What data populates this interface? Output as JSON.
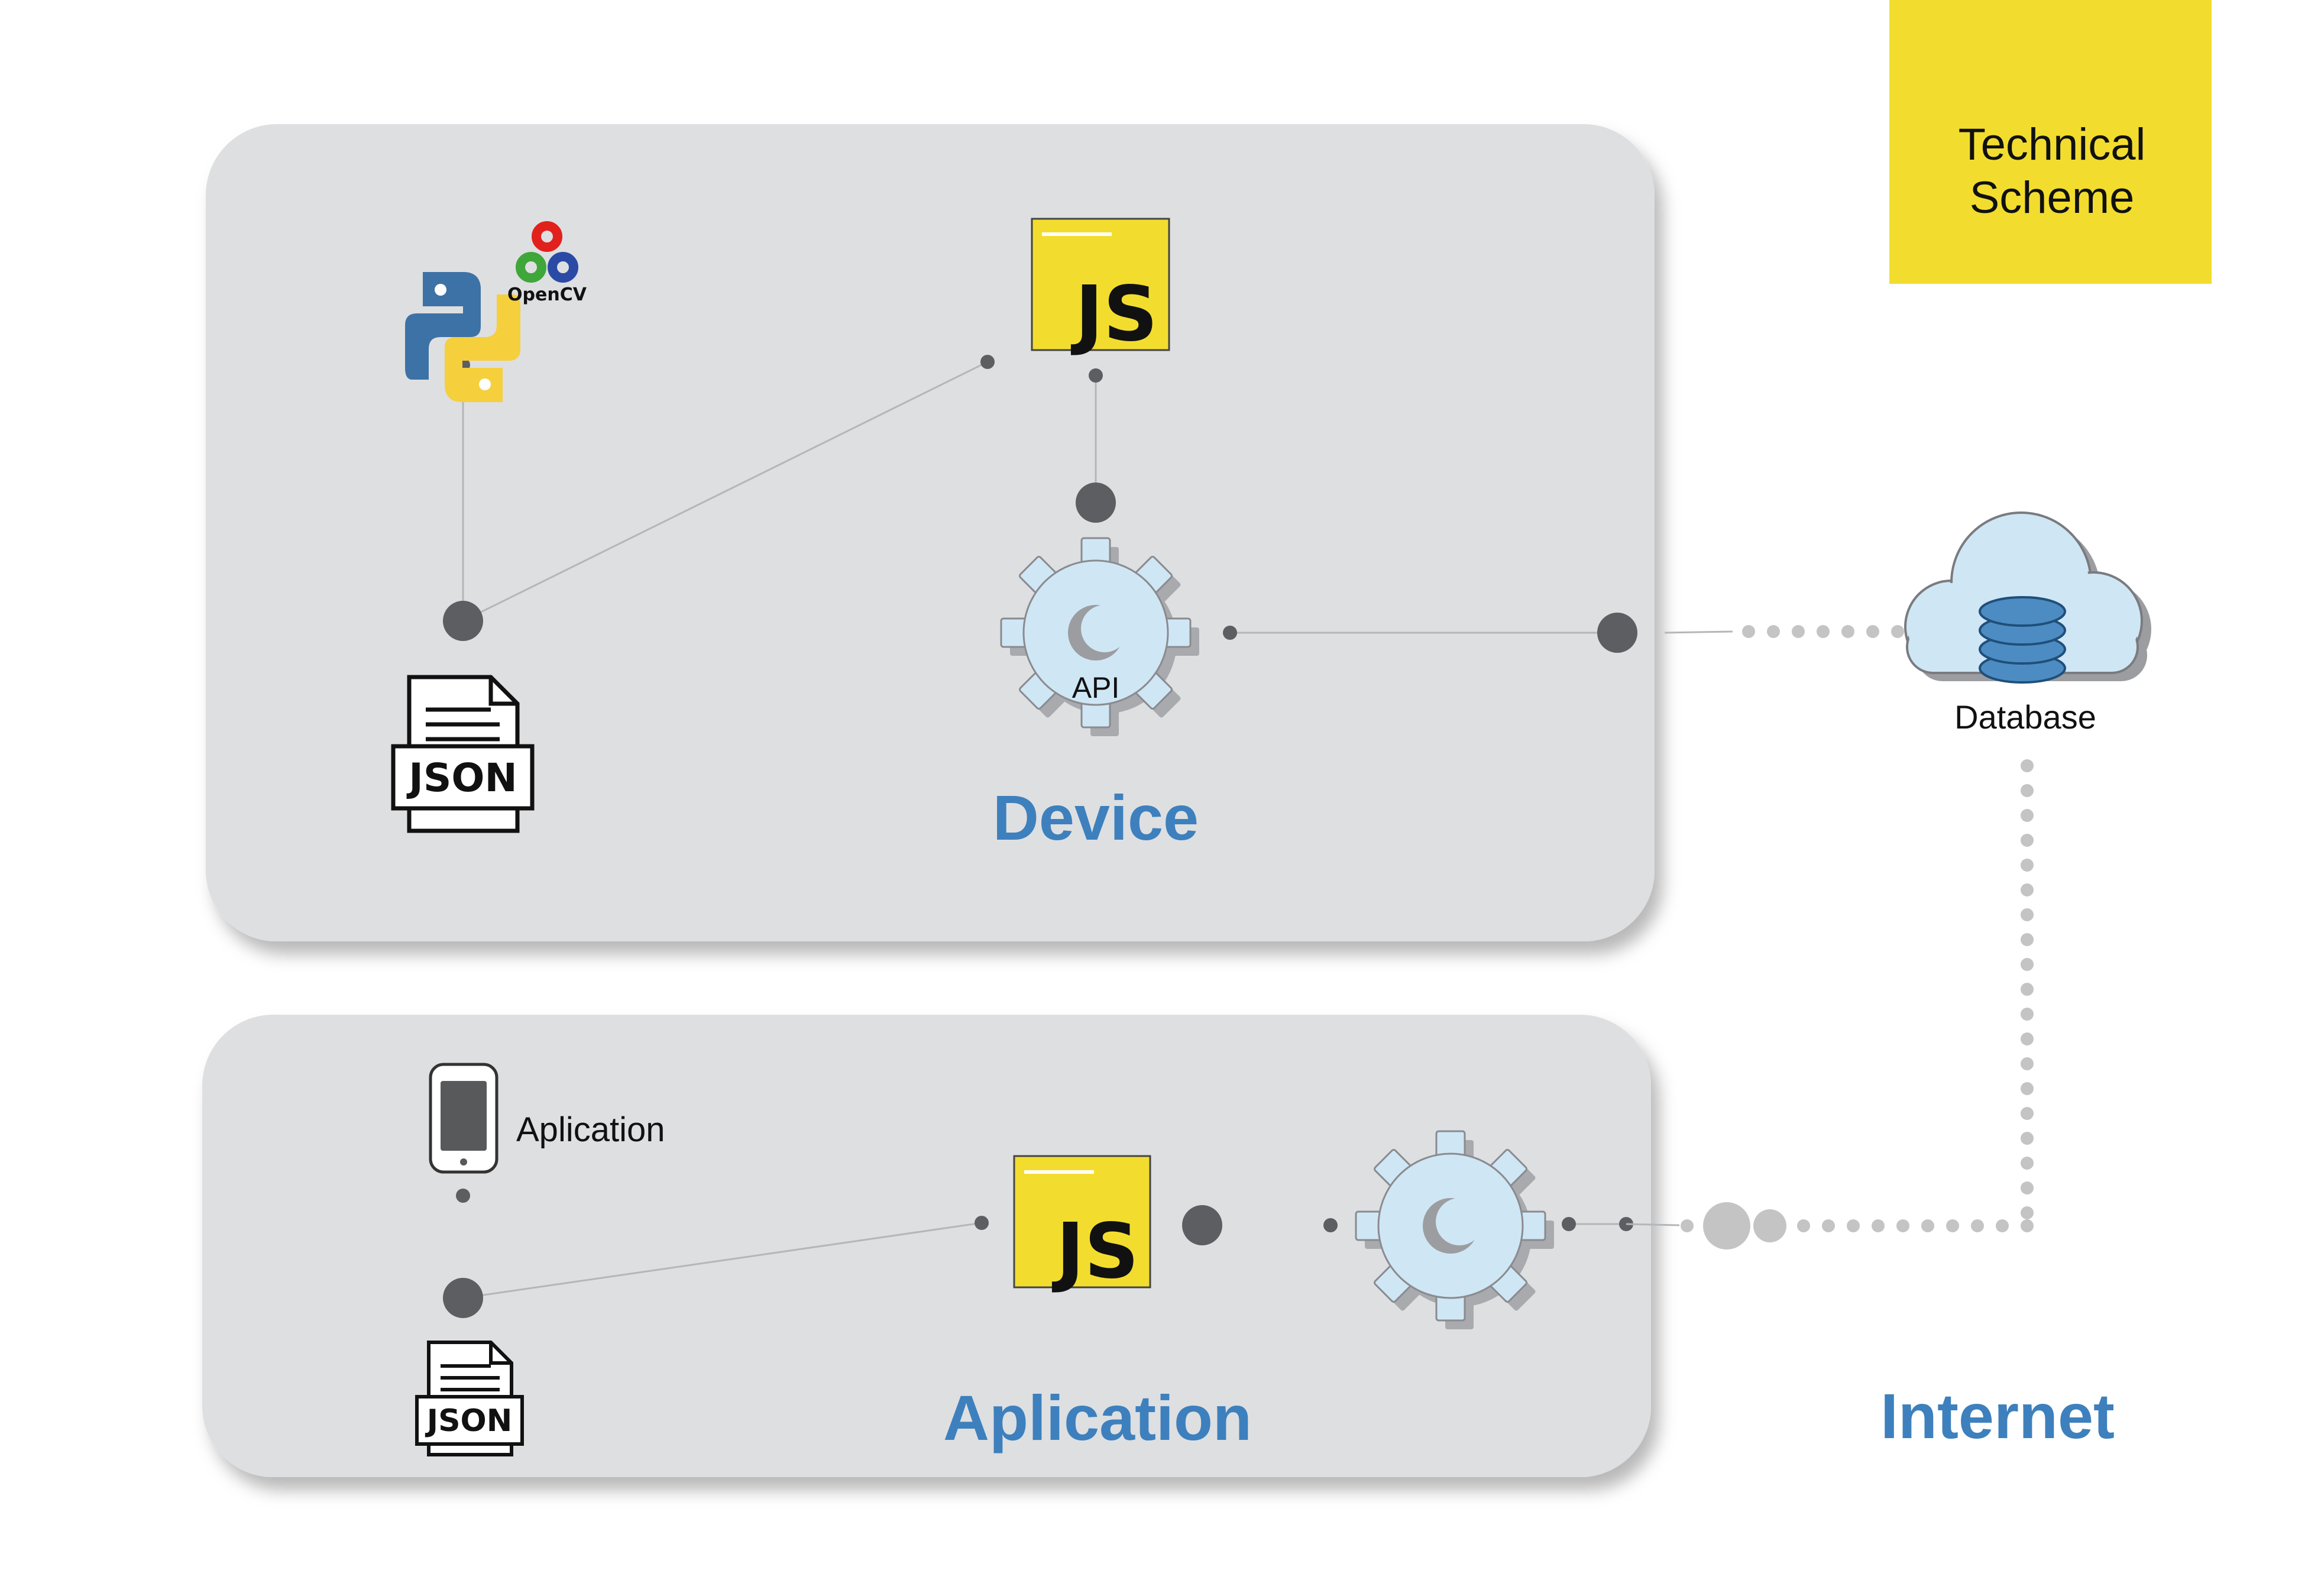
{
  "legend": {
    "line1": "Technical",
    "line2": "Scheme"
  },
  "colors": {
    "panel_fill": "#dedfe1",
    "accent_yellow": "#f2dd2f",
    "label_blue": "#3d80bd",
    "connector_dark": "#5d5e62",
    "connector_light": "#c4c4c4",
    "gear_fill": "#cfe6f5",
    "cloud_fill": "#cfe6f5",
    "database_fill": "#4d8cc2"
  },
  "device_panel": {
    "title": "Device",
    "opencv_label": "OpenCV",
    "js_label": "JS",
    "json_label": "JSON",
    "api_label": "API",
    "icons": [
      "python-logo",
      "opencv-logo",
      "javascript-logo",
      "json-file-icon",
      "api-gear-icon"
    ]
  },
  "application_panel": {
    "title": "Aplication",
    "phone_label": "Aplication",
    "js_label": "JS",
    "json_label": "JSON",
    "icons": [
      "smartphone-icon",
      "javascript-logo",
      "json-file-icon",
      "gear-icon"
    ]
  },
  "internet": {
    "title": "Internet"
  },
  "database": {
    "label": "Database",
    "icons": [
      "cloud-icon",
      "database-stack-icon"
    ]
  }
}
